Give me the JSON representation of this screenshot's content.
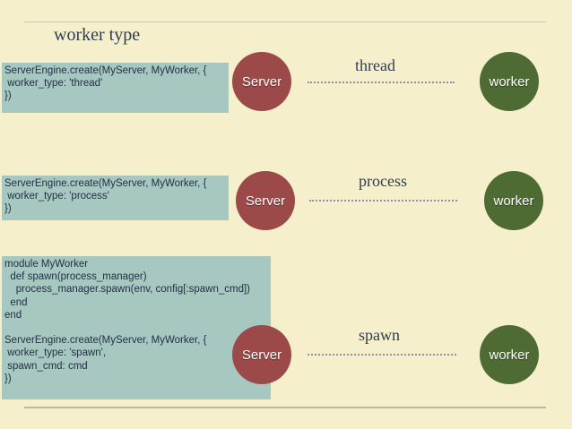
{
  "title": "worker type",
  "rows": [
    {
      "code": "ServerEngine.create(MyServer, MyWorker, {\n worker_type: 'thread'\n})",
      "server": "Server",
      "label": "thread",
      "worker": "worker"
    },
    {
      "code": "ServerEngine.create(MyServer, MyWorker, {\n worker_type: 'process'\n})",
      "server": "Server",
      "label": "process",
      "worker": "worker"
    },
    {
      "code": "module MyWorker\n  def spawn(process_manager)\n    process_manager.spawn(env, config[:spawn_cmd])\n  end\nend\n\nServerEngine.create(MyServer, MyWorker, {\n worker_type: 'spawn',\n spawn_cmd: cmd\n})",
      "server": "Server",
      "label": "spawn",
      "worker": "worker"
    }
  ],
  "colors": {
    "background": "#f6efcc",
    "code_box": "#a7c7c1",
    "server": "#9c4a49",
    "worker": "#4f6b34",
    "text": "#2f3d54"
  }
}
